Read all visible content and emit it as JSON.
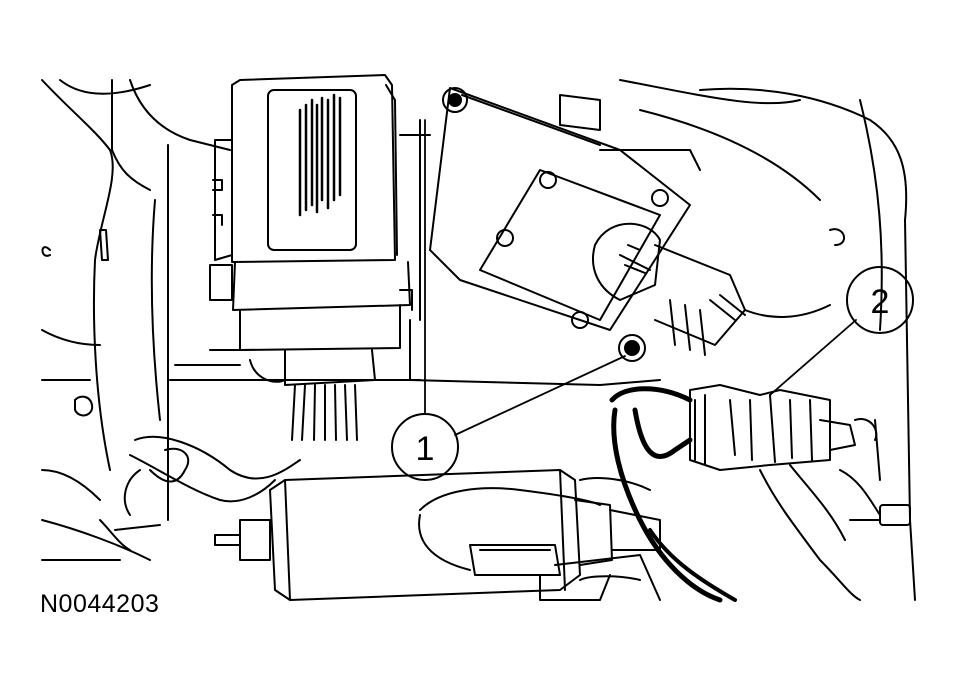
{
  "figure": {
    "id": "N0044203"
  },
  "callouts": [
    {
      "label": "1"
    },
    {
      "label": "2"
    }
  ],
  "colors": {
    "ink": "#000000",
    "paper": "#ffffff"
  }
}
